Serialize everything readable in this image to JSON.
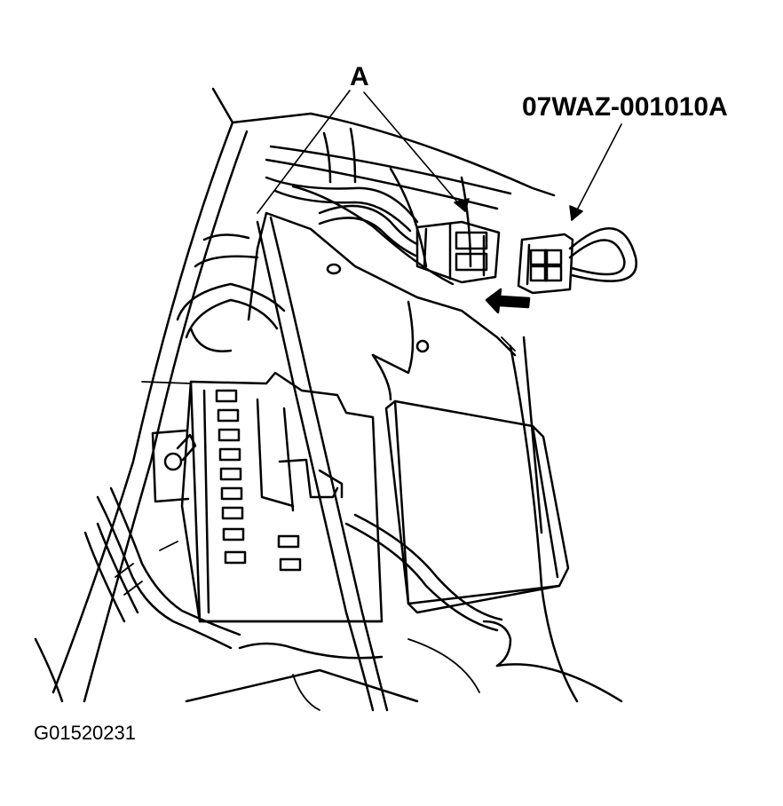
{
  "labels": {
    "part_a": "A",
    "tool_number": "07WAZ-001010A",
    "figure_code": "G01520231"
  },
  "colors": {
    "line": "#000000",
    "background": "#ffffff"
  }
}
